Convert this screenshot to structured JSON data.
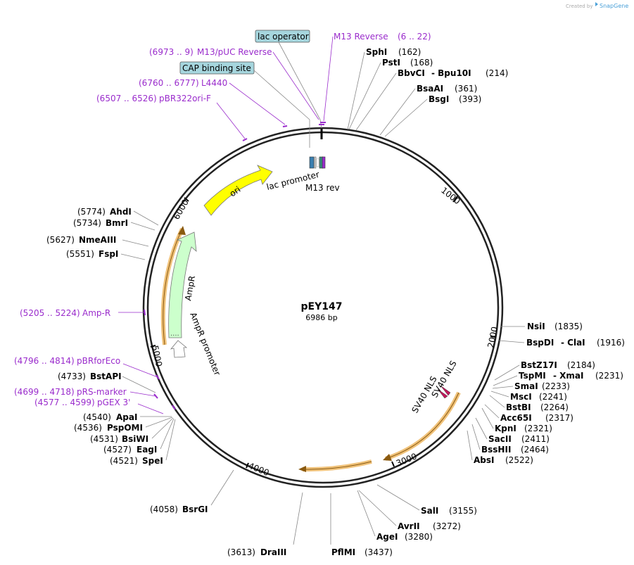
{
  "branding": {
    "created_by": "Created by",
    "app": "SnapGene"
  },
  "plasmid": {
    "name": "pEY147",
    "size": "6986 bp"
  },
  "colors": {
    "primer": "#9a2ccc",
    "ori": "#ffff00",
    "ampr": "#ccffcc",
    "orf": "#f2c88a",
    "box": "#a6d6de"
  },
  "boxed_features": [
    {
      "label": "lac operator"
    },
    {
      "label": "CAP binding site"
    }
  ],
  "primers": [
    {
      "name": "M13 Reverse",
      "range": "(6 .. 22)"
    },
    {
      "name": "M13/pUC Reverse",
      "range": "(6973 .. 9)"
    },
    {
      "name": "L4440",
      "range": "(6760 .. 6777)"
    },
    {
      "name": "pBR322ori-F",
      "range": "(6507 .. 6526)"
    },
    {
      "name": "Amp-R",
      "range": "(5205 .. 5224)"
    },
    {
      "name": "pBRforEco",
      "range": "(4796 .. 4814)"
    },
    {
      "name": "pRS-marker",
      "range": "(4699 .. 4718)"
    },
    {
      "name": "pGEX 3'",
      "range": "(4577 .. 4599)"
    }
  ],
  "sites": [
    {
      "name": "SphI",
      "pos": "(162)"
    },
    {
      "name": "PstI",
      "pos": "(168)"
    },
    {
      "name": "BbvCI",
      "extra": "- Bpu10I",
      "pos": "(214)"
    },
    {
      "name": "BsaAI",
      "pos": "(361)"
    },
    {
      "name": "BsgI",
      "pos": "(393)"
    },
    {
      "name": "NsiI",
      "pos": "(1835)"
    },
    {
      "name": "BspDI",
      "extra": "- ClaI",
      "pos": "(1916)"
    },
    {
      "name": "BstZ17I",
      "pos": "(2184)"
    },
    {
      "name": "TspMI",
      "extra": "- XmaI",
      "pos": "(2231)"
    },
    {
      "name": "SmaI",
      "pos": "(2233)"
    },
    {
      "name": "MscI",
      "pos": "(2241)"
    },
    {
      "name": "BstBI",
      "pos": "(2264)"
    },
    {
      "name": "Acc65I",
      "pos": "(2317)"
    },
    {
      "name": "KpnI",
      "pos": "(2321)"
    },
    {
      "name": "SacII",
      "pos": "(2411)"
    },
    {
      "name": "BssHII",
      "pos": "(2464)"
    },
    {
      "name": "AbsI",
      "pos": "(2522)"
    },
    {
      "name": "SalI",
      "pos": "(3155)"
    },
    {
      "name": "AvrII",
      "pos": "(3272)"
    },
    {
      "name": "AgeI",
      "pos": "(3280)"
    },
    {
      "name": "PflMI",
      "pos": "(3437)"
    },
    {
      "name": "DraIII",
      "pos": "(3613)"
    },
    {
      "name": "BsrGI",
      "pos": "(4058)"
    },
    {
      "name": "SpeI",
      "pos": "(4521)"
    },
    {
      "name": "EagI",
      "pos": "(4527)"
    },
    {
      "name": "BsiWI",
      "pos": "(4531)"
    },
    {
      "name": "PspOMI",
      "pos": "(4536)"
    },
    {
      "name": "ApaI",
      "pos": "(4540)"
    },
    {
      "name": "BstAPI",
      "pos": "(4733)"
    },
    {
      "name": "FspI",
      "pos": "(5551)"
    },
    {
      "name": "NmeAIII",
      "pos": "(5627)"
    },
    {
      "name": "BmrI",
      "pos": "(5734)"
    },
    {
      "name": "AhdI",
      "pos": "(5774)"
    }
  ],
  "ticks": [
    "1000",
    "2000",
    "3000",
    "4000",
    "5000",
    "6000"
  ],
  "features": [
    {
      "label": "ori"
    },
    {
      "label": "lac promoter"
    },
    {
      "label": "M13 rev"
    },
    {
      "label": "AmpR"
    },
    {
      "label": "AmpR promoter"
    },
    {
      "label": "SV40 NLS"
    },
    {
      "label": "SV40 NLS"
    }
  ]
}
